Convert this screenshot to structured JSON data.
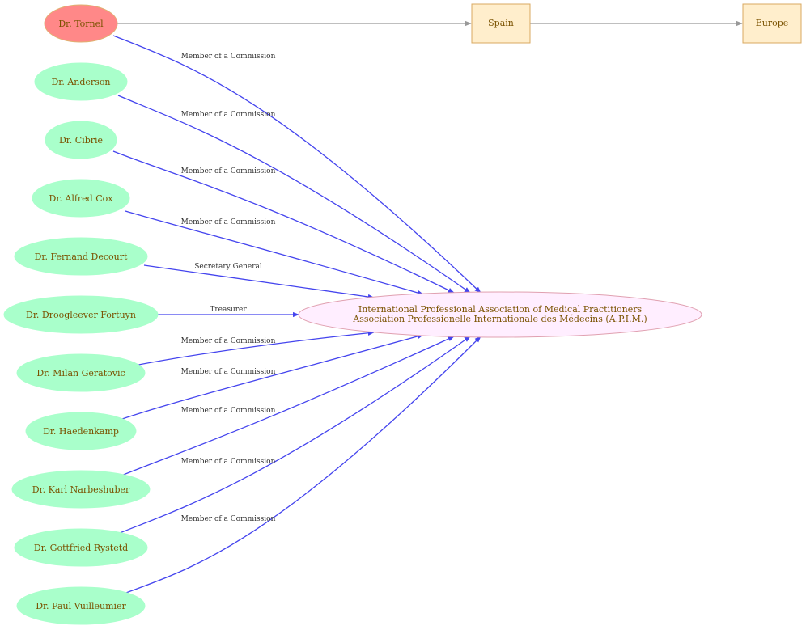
{
  "colors": {
    "person_fill": "#a9ffcb",
    "highlight_fill": "#ff8888",
    "highlight_stroke": "#e0b070",
    "org_fill": "#ffeeff",
    "org_stroke": "#e0a0b0",
    "place_fill": "#ffeecc",
    "place_stroke": "#d9a860",
    "member_edge": "#4444ee",
    "place_edge": "#999999",
    "node_text": "#7a5200"
  },
  "organization": {
    "line1": "International Professional Association of Medical Practitioners",
    "line2": "Association Professionelle Internationale des Médecins (A.P.I.M.)"
  },
  "places": [
    {
      "id": "spain",
      "label": "Spain"
    },
    {
      "id": "europe",
      "label": "Europe"
    }
  ],
  "people": [
    {
      "id": "tornel",
      "name": "Dr. Tornel",
      "role": "Member of a Commission",
      "highlight": true
    },
    {
      "id": "anderson",
      "name": "Dr. Anderson",
      "role": "Member of a Commission"
    },
    {
      "id": "cibrie",
      "name": "Dr. Cibrie",
      "role": "Member of a Commission"
    },
    {
      "id": "cox",
      "name": "Dr. Alfred Cox",
      "role": "Member of a Commission"
    },
    {
      "id": "decourt",
      "name": "Dr. Fernand Decourt",
      "role": "Secretary General"
    },
    {
      "id": "fortuyn",
      "name": "Dr. Droogleever Fortuyn",
      "role": "Treasurer"
    },
    {
      "id": "geratovic",
      "name": "Dr. Milan Geratovic",
      "role": "Member of a Commission"
    },
    {
      "id": "haedenkamp",
      "name": "Dr. Haedenkamp",
      "role": "Member of a Commission"
    },
    {
      "id": "narbeshuber",
      "name": "Dr. Karl Narbeshuber",
      "role": "Member of a Commission"
    },
    {
      "id": "rystetd",
      "name": "Dr. Gottfried Rystetd",
      "role": "Member of a Commission"
    },
    {
      "id": "vuilleumier",
      "name": "Dr. Paul Vuilleumier",
      "role": "Member of a Commission"
    }
  ]
}
